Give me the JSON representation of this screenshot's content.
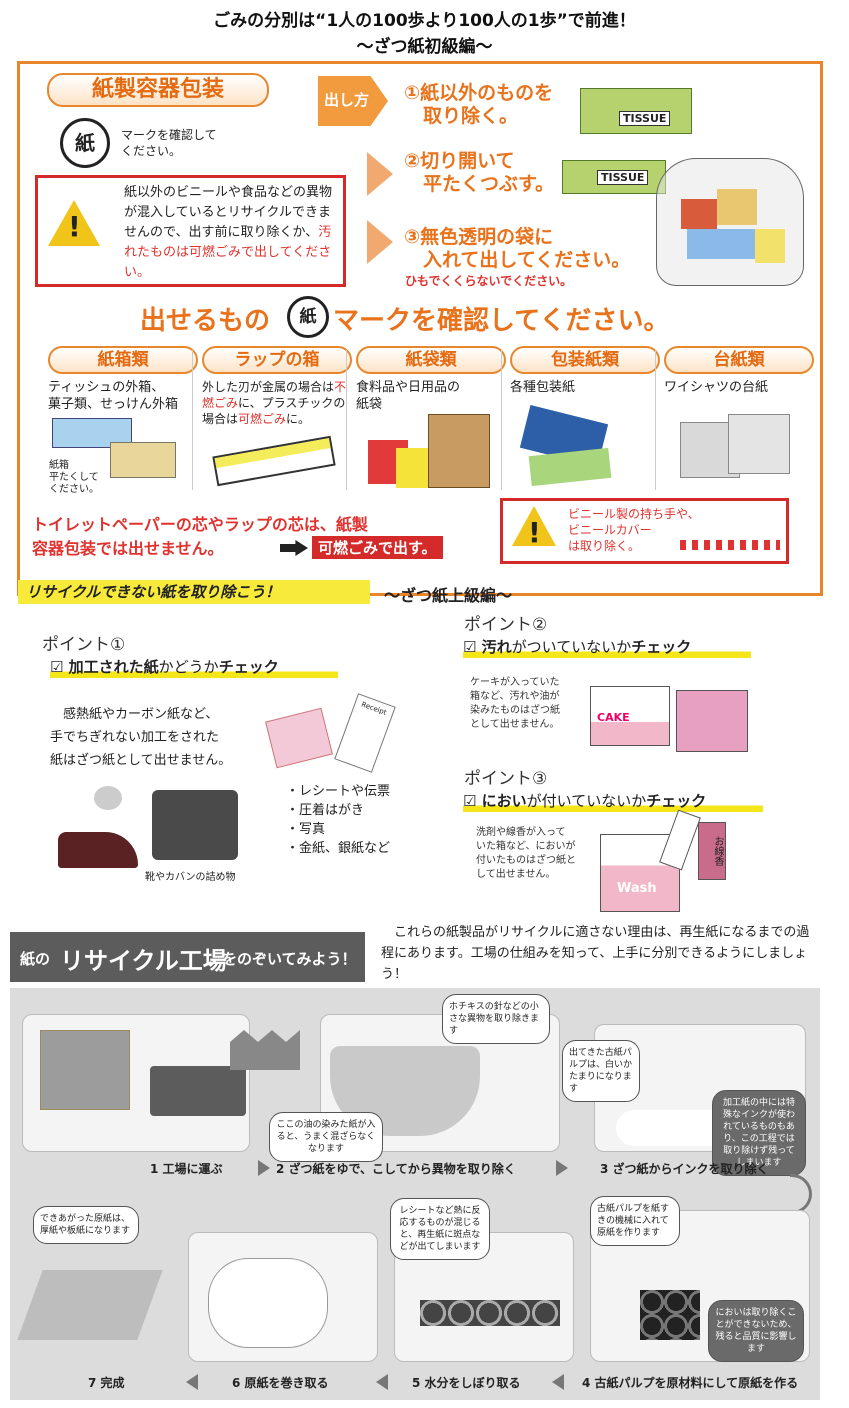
{
  "header": {
    "line1": "ごみの分別は“1人の100歩より100人の1歩”で前進！",
    "line2": "～ざつ紙初級編～"
  },
  "left": {
    "badge": "紙製容器包装",
    "mark_symbol": "紙",
    "mark_note": "マークを確認して\nください。",
    "warning_main": "紙以外のビニールや食品などの異物が混入しているとリサイクルできませんので、出す前に取り除くか、",
    "warning_red": "汚れたものは可燃ごみで出してください。"
  },
  "how": {
    "tag": "出し方",
    "step1": "①紙以外のものを\n　取り除く。",
    "step2": "②切り開いて\n　平たくつぶす。",
    "step3": "③無色透明の袋に\n　入れて出してください。",
    "step3_note": "ひもでくくらないでください。",
    "tissue1": "TISSUE",
    "tissue2": "TISSUE"
  },
  "banner": {
    "prefix": "出せるもの",
    "symbol": "紙",
    "suffix": "マークを確認してください。"
  },
  "categories": [
    {
      "name": "紙箱類",
      "desc": "ティッシュの外箱、\n菓子類、せっけん外箱",
      "sub": "紙箱\n平たくして\nください。"
    },
    {
      "name": "ラップの箱",
      "desc_a": "外した刃が金属の場合は",
      "desc_b": "不燃ごみ",
      "desc_c": "に、プラスチックの場合は",
      "desc_d": "可燃ごみ",
      "desc_e": "に。"
    },
    {
      "name": "紙袋類",
      "desc": "食料品や日用品の\n紙袋"
    },
    {
      "name": "包装紙類",
      "desc": "各種包装紙"
    },
    {
      "name": "台紙類",
      "desc": "ワイシャツの台紙"
    }
  ],
  "notice": {
    "text_red": "トイレットペーパーの芯やラップの芯は、紙製\n容器包装では出せません。",
    "box": "可燃ごみで出す。",
    "warn2": "ビニール製の持ち手や、\nビニールカバー\nは取り除く。"
  },
  "advanced": {
    "heading": "リサイクルできない紙を取り除こう！",
    "sub": "～ざつ紙上級編～",
    "p1_title": "ポイント①",
    "p1_check_a": "☑ 加工された紙",
    "p1_check_b": "かどうか",
    "p1_check_c": "チェック",
    "p1_body": "　感熱紙やカーボン紙など、\n手でちぎれない加工をされた\n紙はざつ紙として出せません。",
    "p1_receipt": "Receipt",
    "p1_list": [
      "・レシートや伝票",
      "・圧着はがき",
      "・写真",
      "・金紙、銀紙など"
    ],
    "p1_caption": "靴やカバンの詰め物",
    "p2_title": "ポイント②",
    "p2_check_a": "☑ 汚れ",
    "p2_check_b": "がついていないか",
    "p2_check_c": "チェック",
    "p2_body": "ケーキが入っていた\n箱など、汚れや油が\n染みたものはざつ紙\nとして出せません。",
    "p2_cake": "CAKE",
    "p3_title": "ポイント③",
    "p3_check_a": "☑ におい",
    "p3_check_b": "が付いていないか",
    "p3_check_c": "チェック",
    "p3_body": "洗剤や線香が入って\nいた箱など、においが\n付いたものはざつ紙と\nして出せません。",
    "p3_wash": "Wash",
    "p3_incense": "お線香"
  },
  "factory": {
    "heading_a": "紙の",
    "heading_b": "リサイクル工場",
    "heading_c": "をのぞいてみよう！",
    "intro": "　これらの紙製品がリサイクルに適さない理由は、再生紙になるまでの過程にあります。工場の仕組みを知って、上手に分別できるようにしましょう！",
    "steps": [
      "1 工場に運ぶ",
      "2 ざつ紙をゆで、こしてから異物を取り除く",
      "3 ざつ紙からインクを取り除く",
      "4 古紙パルプを原材料にして原紙を作る",
      "5 水分をしぼり取る",
      "6 原紙を巻き取る",
      "7 完成"
    ],
    "bubbles": {
      "b1": "ホチキスの針などの小さな異物を取り除きます",
      "b2": "ここの油の染みた紙が入ると、うまく混ざらなくなります",
      "b3": "出てきた古紙パルプは、白いかたまりになります",
      "b4": "加工紙の中には特殊なインクが使われているものもあり、この工程では取り除けず残ってしまいます",
      "b5": "古紙パルプを紙すきの機械に入れて原紙を作ります",
      "b6": "においは取り除くことができないため、残ると品質に影響します",
      "b7": "レシートなど熱に反応するものが混じると、再生紙に斑点などが出てしまいます",
      "b8": "できあがった原紙は、厚紙や板紙になります"
    }
  }
}
